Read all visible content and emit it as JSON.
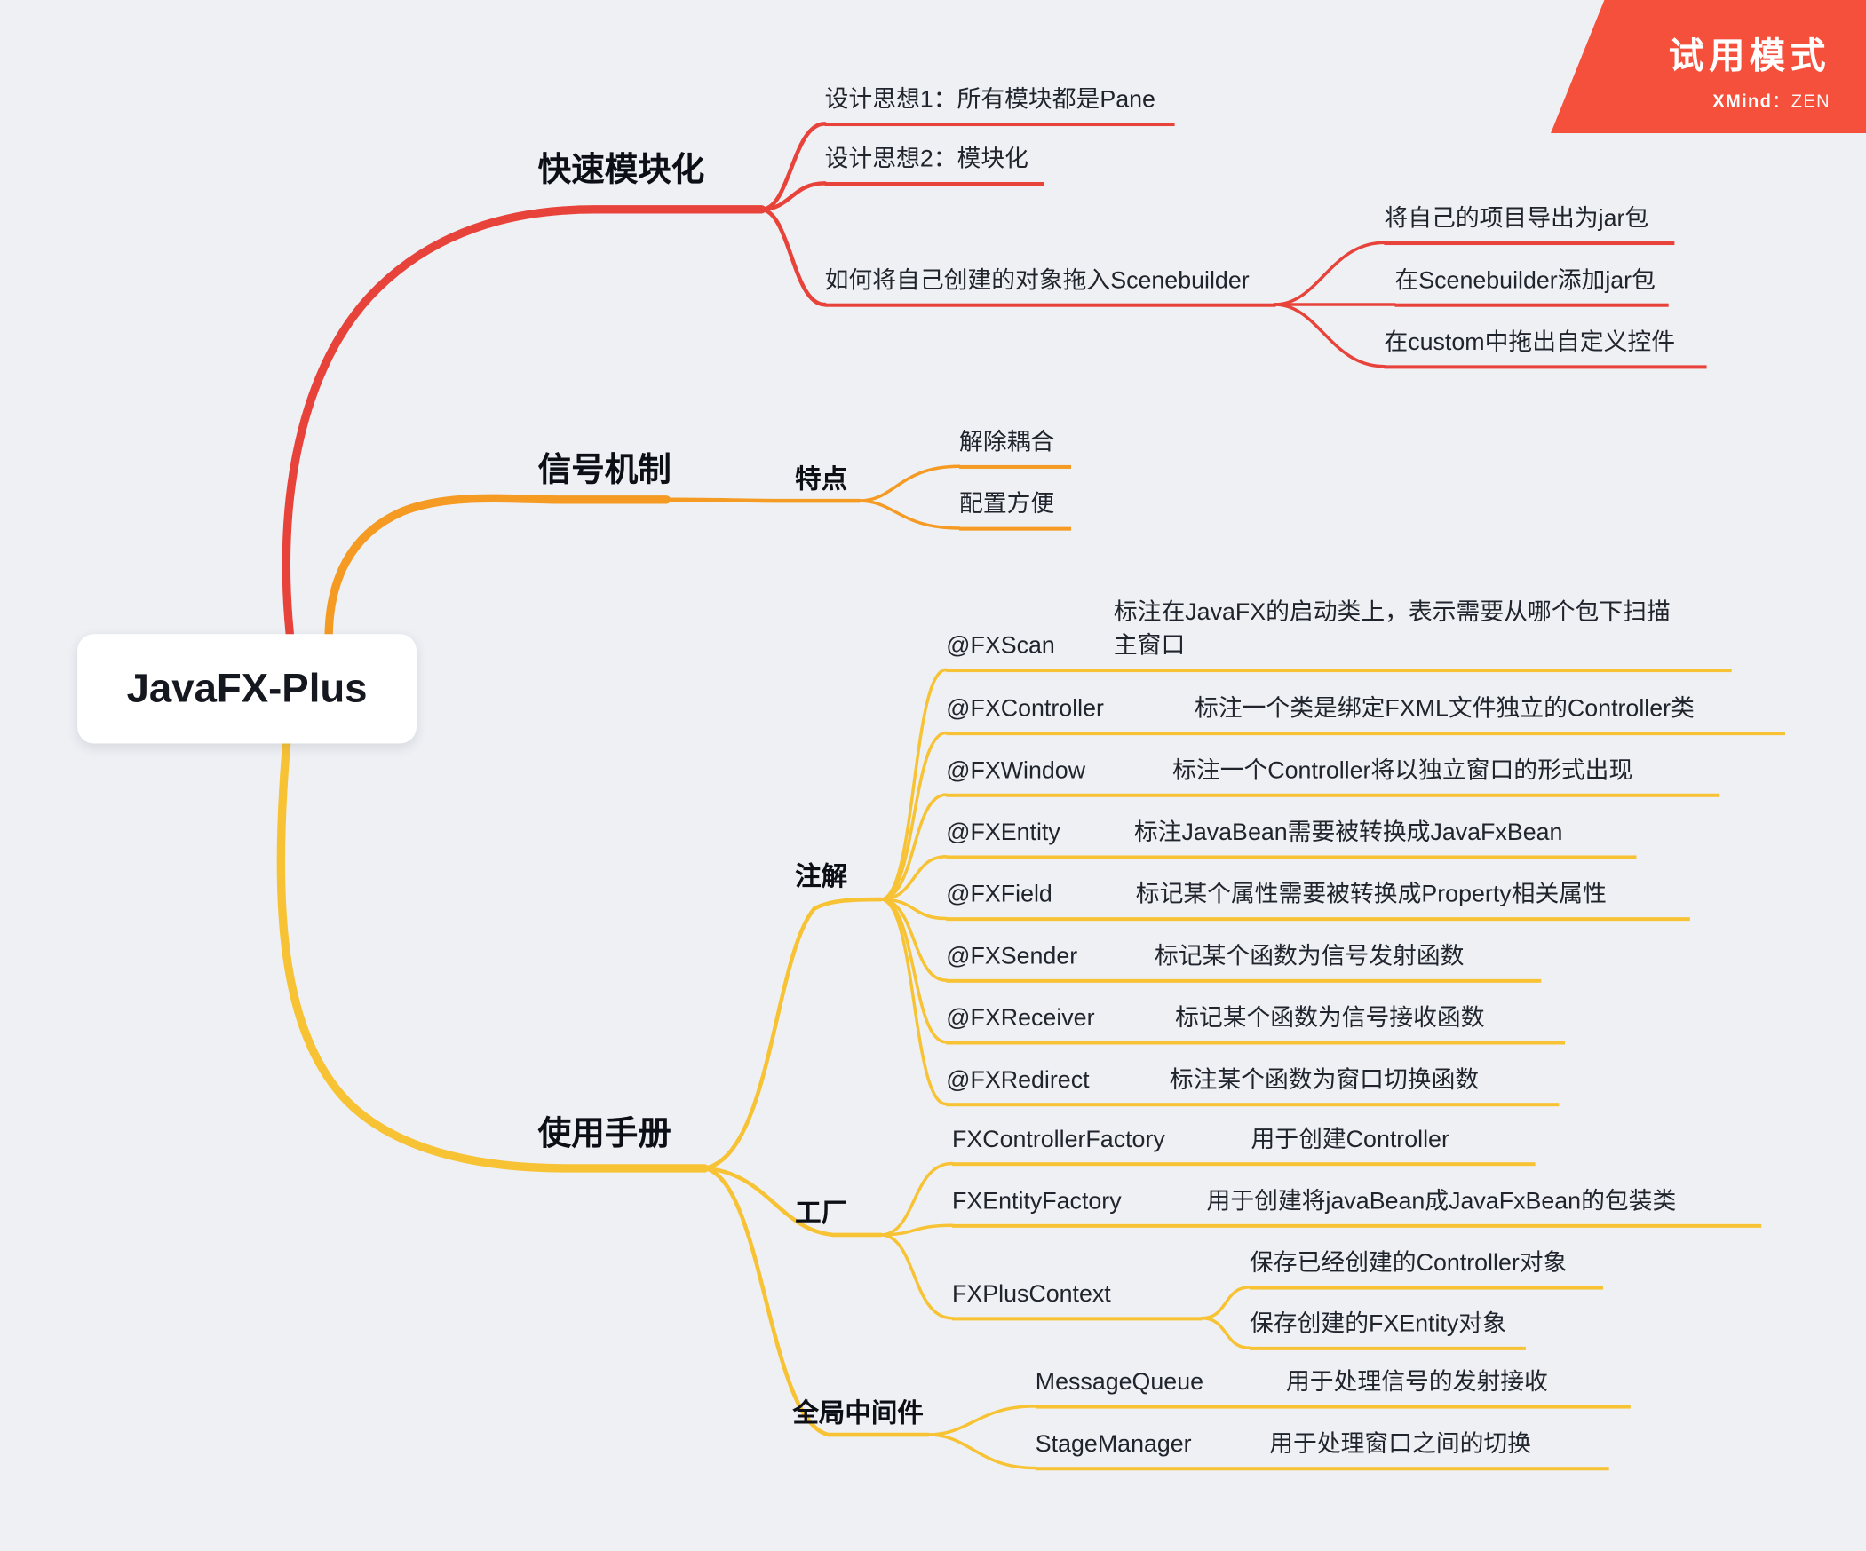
{
  "badge": {
    "trial": "试用模式",
    "brand": "XMind",
    "sep": "：",
    "product": "ZEN"
  },
  "root": {
    "label": "JavaFX-Plus"
  },
  "colors": {
    "background": "#eef0f4",
    "text": "#20242c",
    "branch_red": "#E8433A",
    "branch_orange": "#F59B23",
    "branch_yellow": "#F7C335",
    "banner": "#F4503C"
  },
  "modular": {
    "label": "快速模块化",
    "idea1": "设计思想1：所有模块都是Pane",
    "idea2": "设计思想2：模块化",
    "scenebuilder": {
      "label": "如何将自己创建的对象拖入Scenebuilder",
      "steps": [
        "将自己的项目导出为jar包",
        "在Scenebuilder添加jar包",
        "在custom中拖出自定义控件"
      ]
    }
  },
  "signal": {
    "label": "信号机制",
    "feature": {
      "label": "特点",
      "items": [
        "解除耦合",
        "配置方便"
      ]
    }
  },
  "manual": {
    "label": "使用手册",
    "annotation": {
      "label": "注解",
      "items": [
        {
          "name": "@FXScan",
          "desc": "标注在JavaFX的启动类上，表示需要从哪个包下扫描主窗口"
        },
        {
          "name": "@FXController",
          "desc": "标注一个类是绑定FXML文件独立的Controller类"
        },
        {
          "name": "@FXWindow",
          "desc": "标注一个Controller将以独立窗口的形式出现"
        },
        {
          "name": "@FXEntity",
          "desc": "标注JavaBean需要被转换成JavaFxBean"
        },
        {
          "name": "@FXField",
          "desc": "标记某个属性需要被转换成Property相关属性"
        },
        {
          "name": "@FXSender",
          "desc": "标记某个函数为信号发射函数"
        },
        {
          "name": "@FXReceiver",
          "desc": "标记某个函数为信号接收函数"
        },
        {
          "name": "@FXRedirect",
          "desc": "标注某个函数为窗口切换函数"
        }
      ]
    },
    "factory": {
      "label": "工厂",
      "controller_factory": {
        "name": "FXControllerFactory",
        "desc": "用于创建Controller"
      },
      "entity_factory": {
        "name": "FXEntityFactory",
        "desc": "用于创建将javaBean成JavaFxBean的包装类"
      },
      "plus_context": {
        "name": "FXPlusContext",
        "items": [
          "保存已经创建的Controller对象",
          "保存创建的FXEntity对象"
        ]
      }
    },
    "middleware": {
      "label": "全局中间件",
      "message_queue": {
        "name": "MessageQueue",
        "desc": "用于处理信号的发射接收"
      },
      "stage_manager": {
        "name": "StageManager",
        "desc": "用于处理窗口之间的切换"
      }
    }
  }
}
